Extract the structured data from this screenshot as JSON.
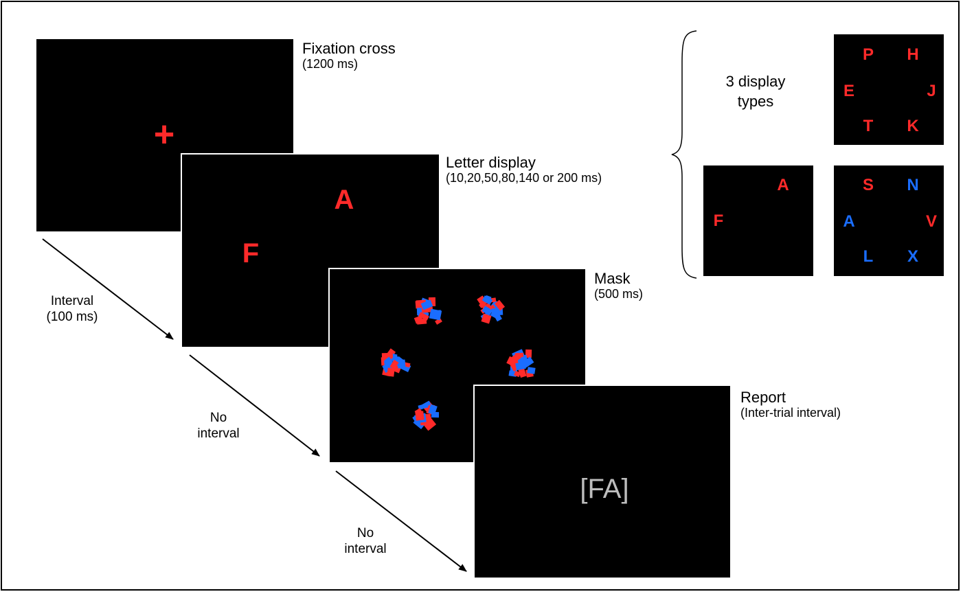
{
  "colors": {
    "stim_red": "#ff2a2a",
    "stim_blue": "#1a6dff",
    "report_gray": "#bdbdbd",
    "background": "#000000"
  },
  "screens": {
    "fixation": {
      "title": "Fixation cross",
      "duration": "(1200 ms)",
      "symbol": "+"
    },
    "letter": {
      "title": "Letter display",
      "duration": "(10,20,50,80,140 or 200 ms)",
      "letters": [
        "A",
        "F"
      ]
    },
    "mask": {
      "title": "Mask",
      "duration": "(500 ms)"
    },
    "report": {
      "title": "Report",
      "duration": "(Inter-trial interval)",
      "response": "[FA]"
    }
  },
  "intervals": [
    {
      "line1": "Interval",
      "line2": "(100 ms)"
    },
    {
      "line1": "No",
      "line2": "interval"
    },
    {
      "line1": "No",
      "line2": "interval"
    }
  ],
  "display_types": {
    "label_line1": "3 display",
    "label_line2": "types",
    "six_red": [
      "P",
      "H",
      "E",
      "J",
      "T",
      "K"
    ],
    "two_red": [
      "A",
      "F"
    ],
    "mixed": [
      "S",
      "N",
      "A",
      "V",
      "L",
      "X"
    ]
  }
}
